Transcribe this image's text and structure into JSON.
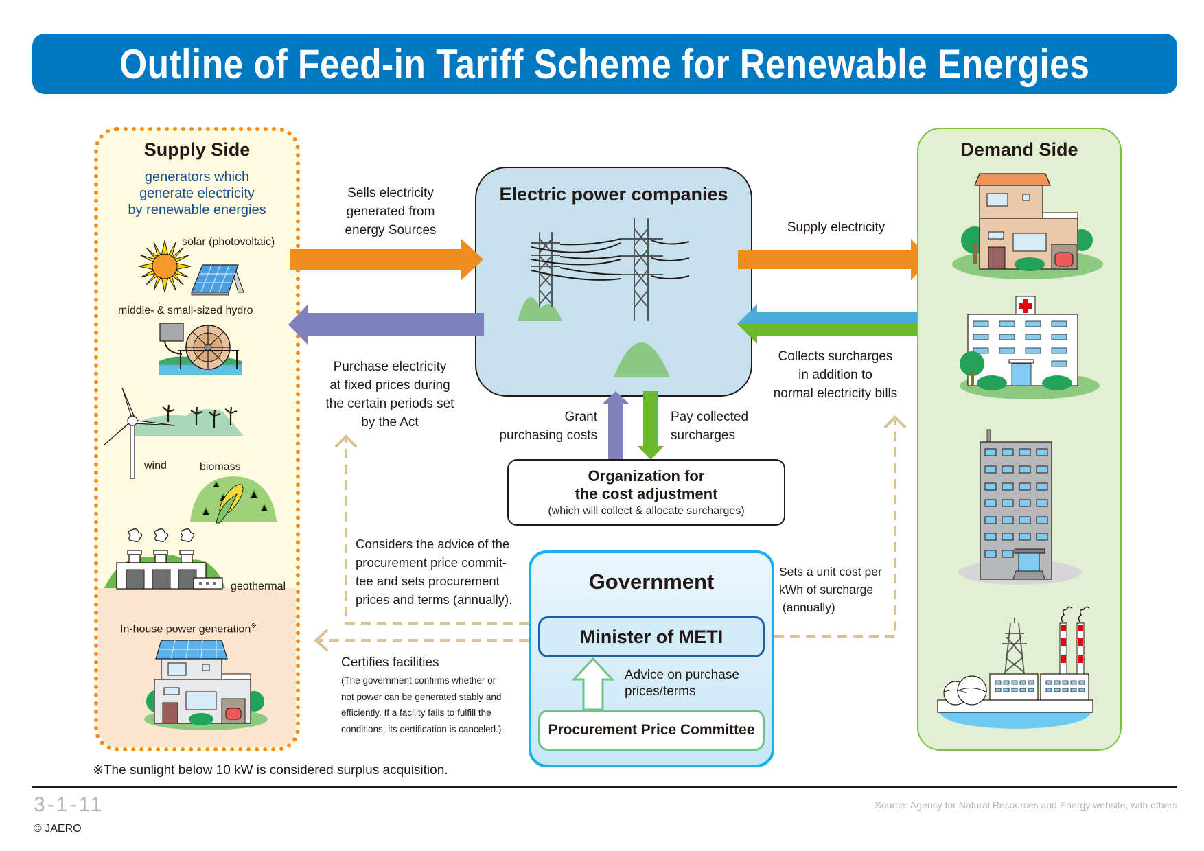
{
  "title": "Outline of Feed-in Tariff Scheme for Renewable Energies",
  "supply_side": {
    "heading": "Supply Side",
    "subheading_lines": [
      "generators which",
      "generate electricity",
      "by renewable energies"
    ],
    "sources": {
      "solar": "solar (photovoltaic)",
      "hydro": "middle- & small-sized hydro",
      "wind": "wind",
      "biomass": "biomass",
      "geothermal": "geothermal"
    },
    "inhouse_label": "In-house power generation",
    "inhouse_mark": "※"
  },
  "electric_power_companies": {
    "heading": "Electric power companies"
  },
  "flows": {
    "sells": [
      "Sells electricity",
      "generated from",
      "energy Sources"
    ],
    "purchase": [
      "Purchase electricity",
      "at fixed prices during",
      "the certain periods set",
      "by the Act"
    ],
    "supply": "Supply electricity",
    "collects": [
      "Collects surcharges",
      "in addition to",
      "normal electricity bills"
    ],
    "grant": [
      "Grant",
      "purchasing costs"
    ],
    "pay": [
      "Pay collected",
      "surcharges"
    ],
    "considers": [
      "Considers the advice of the",
      "procurement price commit-",
      "tee and sets procurement",
      "prices and terms (annually)."
    ],
    "certifies_title": "Certifies facilities",
    "certifies_detail": [
      "(The government confirms whether or",
      "not power can be generated stably and",
      "efficiently. If a facility fails to fulfill the",
      "conditions, its certification is canceled.)"
    ],
    "sets_unit": [
      "Sets a unit cost per",
      "kWh of surcharge",
      " (annually)"
    ],
    "advice": [
      "Advice on purchase",
      "prices/terms"
    ]
  },
  "organization": {
    "line1": "Organization for",
    "line2": "the cost adjustment",
    "note": "(which will collect & allocate surcharges)"
  },
  "government": {
    "heading": "Government",
    "minister": "Minister of METI",
    "committee": "Procurement Price Committee"
  },
  "demand_side": {
    "heading": "Demand Side",
    "icons": [
      "house-icon",
      "hospital-icon",
      "office-building-icon",
      "factory-icon"
    ]
  },
  "colors": {
    "title_bar": "#0078c2",
    "sell_arrow": "#f08c1e",
    "purchase_arrow": "#8080bd",
    "collect_arrow_blue": "#4aabdc",
    "collect_arrow_green": "#6cb82b",
    "dashed_arrow": "#d7c393"
  },
  "footnote": "※The sunlight below 10 kW is considered surplus acquisition.",
  "footer": {
    "page_number": "3-1-11",
    "copyright": "© JAERO",
    "source": "Source: Agency for Natural Resources and Energy website, with others"
  }
}
